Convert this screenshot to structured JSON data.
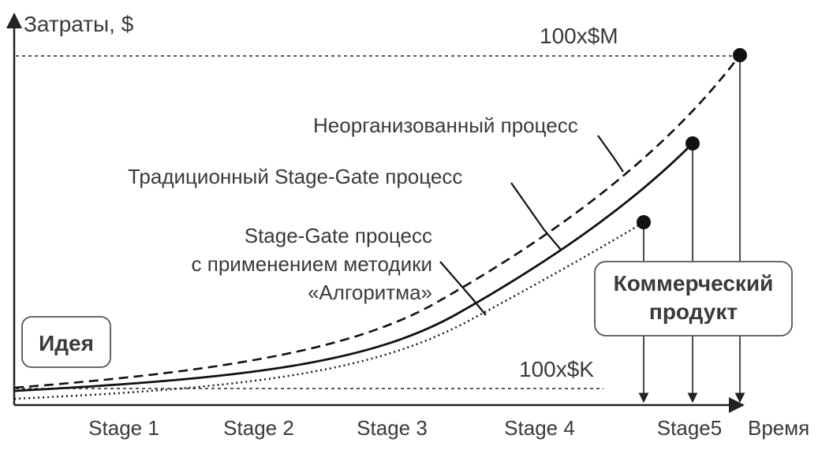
{
  "y_axis_label": "Затраты, $",
  "x_axis_label": "Время",
  "levels": {
    "top": "100x$M",
    "bottom": "100x$K"
  },
  "stages": [
    "Stage 1",
    "Stage 2",
    "Stage 3",
    "Stage 4",
    "Stage5"
  ],
  "processes": {
    "unorganized": "Неорганизованный процесс",
    "traditional": "Традиционный Stage-Gate процесс",
    "algorithm": [
      "Stage-Gate процесс",
      "с применением методики",
      "«Алгоритма»"
    ]
  },
  "boxes": {
    "idea": "Идея",
    "product": [
      "Коммерческий",
      "продукт"
    ]
  }
}
